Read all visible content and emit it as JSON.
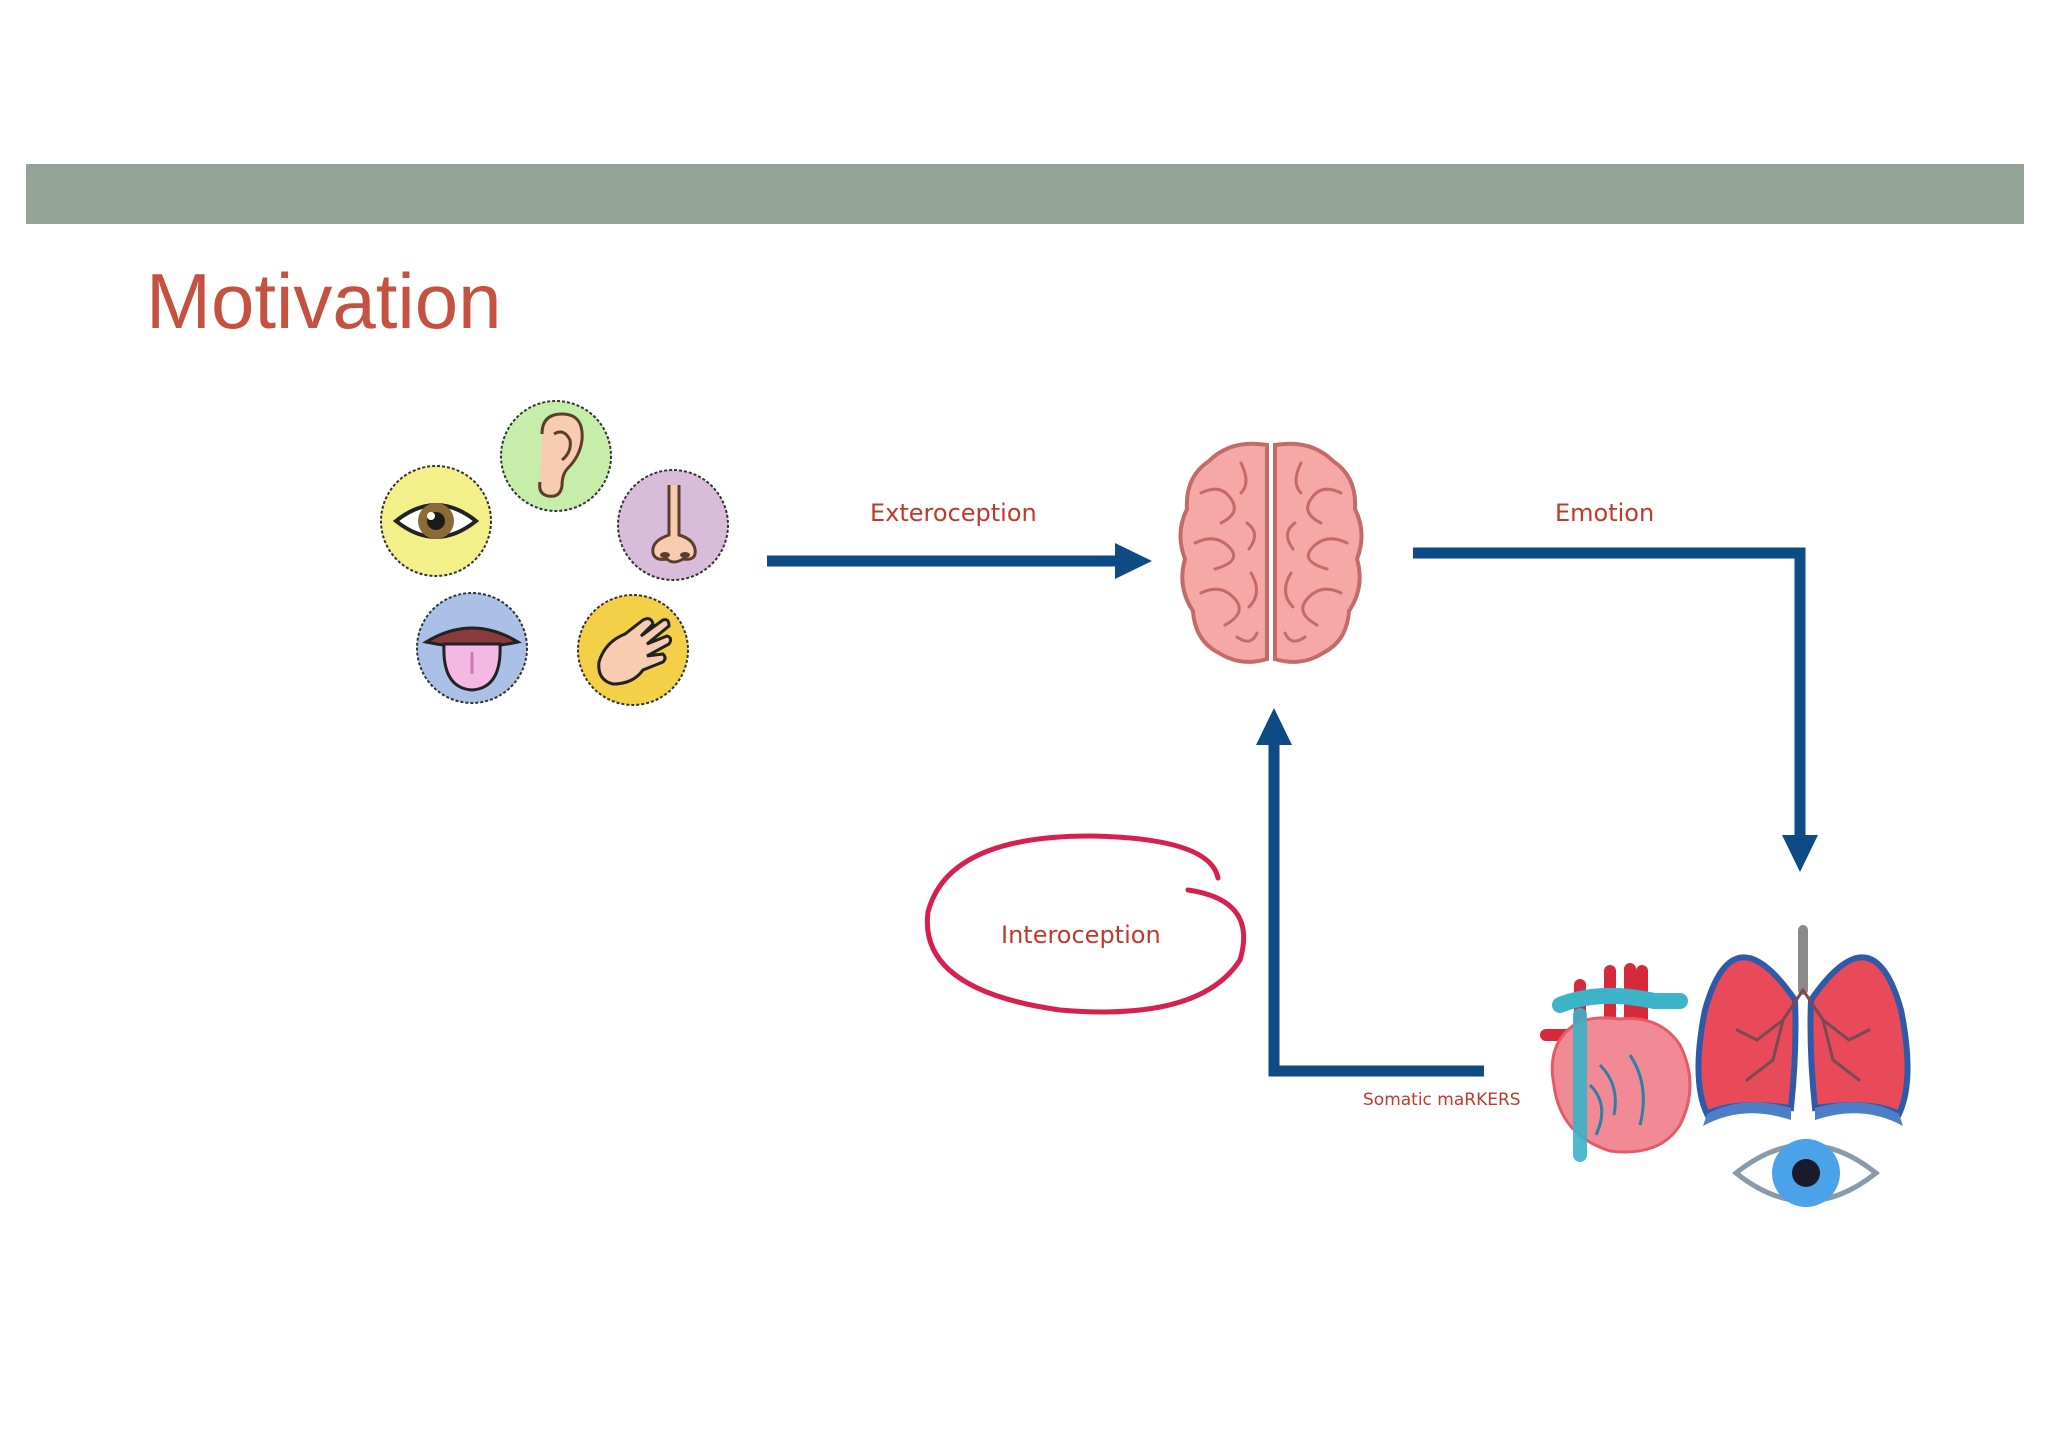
{
  "slide": {
    "title": "Motivation"
  },
  "labels": {
    "exteroception": "Exteroception",
    "emotion": "Emotion",
    "interoception": "Interoception",
    "somatic_markers": "Somatic maRKERS"
  },
  "colors": {
    "header_bar": "#93a398",
    "title": "#c55140",
    "label": "#c0392b",
    "arrow": "#0e4a84",
    "circle_highlight": "#d6204e"
  },
  "icons": [
    "eye-icon",
    "ear-icon",
    "nose-icon",
    "tongue-icon",
    "hand-icon",
    "brain-icon",
    "heart-icon",
    "lungs-icon",
    "eye-icon"
  ]
}
